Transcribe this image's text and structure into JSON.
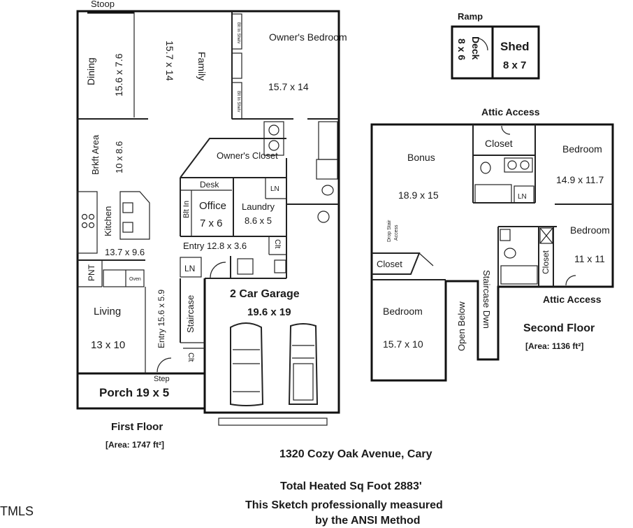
{
  "first_floor": {
    "rooms": {
      "stoop": "Stoop",
      "dining": "Dining",
      "dining_dim": "15.6 x 7.6",
      "family": "Family",
      "family_dim": "15.7 x 14",
      "owners_bedroom": "Owner's Bedroom",
      "owners_bedroom_dim": "15.7 x 14",
      "bkft_area": "Brkft Area",
      "bkft_dim": "10 x 8.6",
      "owners_closet": "Owner's Closet",
      "kitchen": "Kitchen",
      "kitchen_dim": "13.7 x 9.6",
      "desk": "Desk",
      "blt_in": "Blt In",
      "office": "Office",
      "office_dim": "7 x 6",
      "ln": "LN",
      "laundry": "Laundry",
      "laundry_dim": "8.6 x 5",
      "entry_wide": "Entry 12.8 x 3.6",
      "clt": "Clt",
      "pnt": "PNT",
      "oven": "Oven",
      "staircase": "Staircase",
      "entry_tall": "Entry 15.6 x 5.9",
      "living": "Living",
      "living_dim": "13 x 10",
      "step": "Step",
      "porch": "Porch 19 x 5",
      "garage": "2 Car Garage",
      "garage_dim": "19.6 x 19",
      "bltin_shelf_1": "Blt In Shelv",
      "bltin_shelf_2": "Blt In Shelv"
    },
    "title": "First Floor",
    "area": "[Area: 1747 ft²]"
  },
  "outbuildings": {
    "ramp": "Ramp",
    "deck": "Deck",
    "deck_dim": "8 x 6",
    "shed": "Shed",
    "shed_dim": "8 x 7"
  },
  "second_floor": {
    "attic_access_top": "Attic Access",
    "bonus": "Bonus",
    "bonus_dim": "18.9 x 15",
    "closet_top": "Closet",
    "bedroom_right": "Bedroom",
    "bedroom_right_dim": "14.9 x 11.7",
    "ln": "LN",
    "drop_stair_1": "Drop Stair",
    "drop_stair_2": "Access",
    "bedroom_mid": "Bedroom",
    "bedroom_mid_dim": "11 x 11",
    "closet_mid": "Closet",
    "closet_left": "Closet",
    "bedroom_left": "Bedroom",
    "bedroom_left_dim": "15.7 x 10",
    "open_below": "Open Below",
    "staircase_dwn": "Staircase Dwn",
    "attic_access_bottom": "Attic Access",
    "title": "Second Floor",
    "area": "[Area: 1136 ft²]"
  },
  "footer": {
    "address": "1320 Cozy Oak Avenue, Cary",
    "total": "Total Heated Sq Foot 2883'",
    "line1": "This Sketch professionally measured",
    "line2": "by the ANSI Method",
    "logo": "TMLS"
  }
}
